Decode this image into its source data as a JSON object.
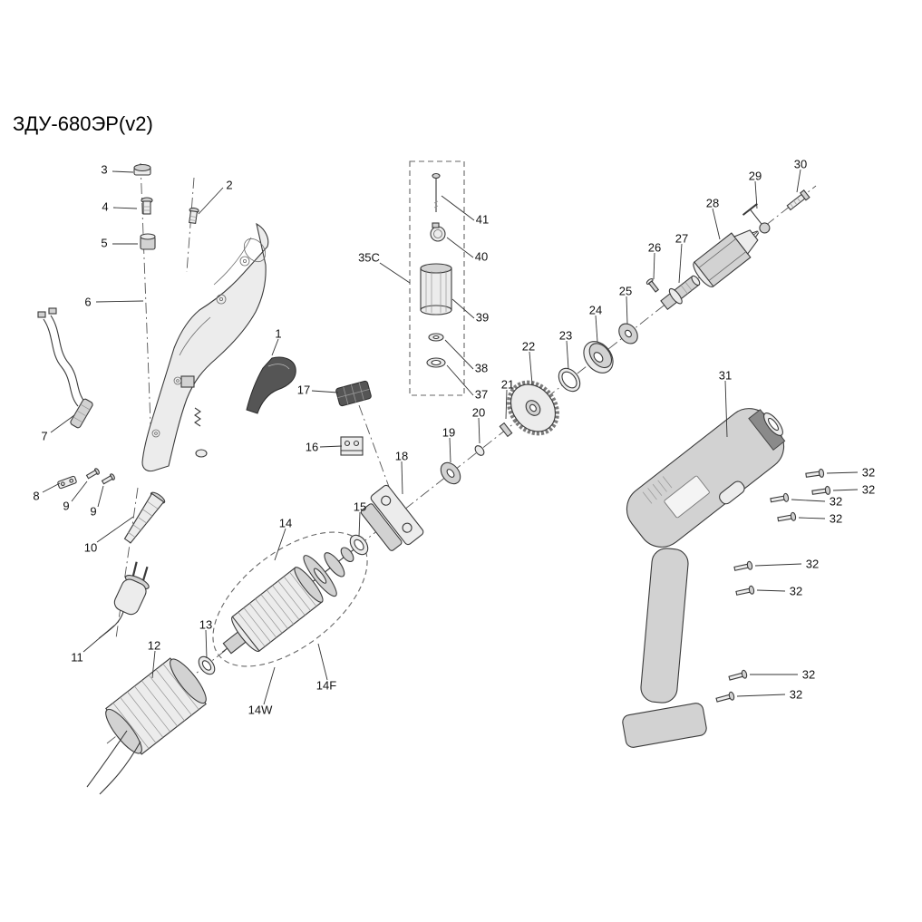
{
  "title": "ЗДУ-680ЭР(v2)",
  "parts": {
    "p1": "1",
    "p2": "2",
    "p3": "3",
    "p4": "4",
    "p5": "5",
    "p6": "6",
    "p7": "7",
    "p8": "8",
    "p9": "9",
    "p10": "10",
    "p11": "11",
    "p12": "12",
    "p13": "13",
    "p14": "14",
    "p14F": "14F",
    "p14W": "14W",
    "p15": "15",
    "p16": "16",
    "p17": "17",
    "p18": "18",
    "p19": "19",
    "p20": "20",
    "p21": "21",
    "p22": "22",
    "p23": "23",
    "p24": "24",
    "p25": "25",
    "p26": "26",
    "p27": "27",
    "p28": "28",
    "p29": "29",
    "p30": "30",
    "p31": "31",
    "p32": "32",
    "p35C": "35C",
    "p37": "37",
    "p38": "38",
    "p39": "39",
    "p40": "40",
    "p41": "41"
  }
}
